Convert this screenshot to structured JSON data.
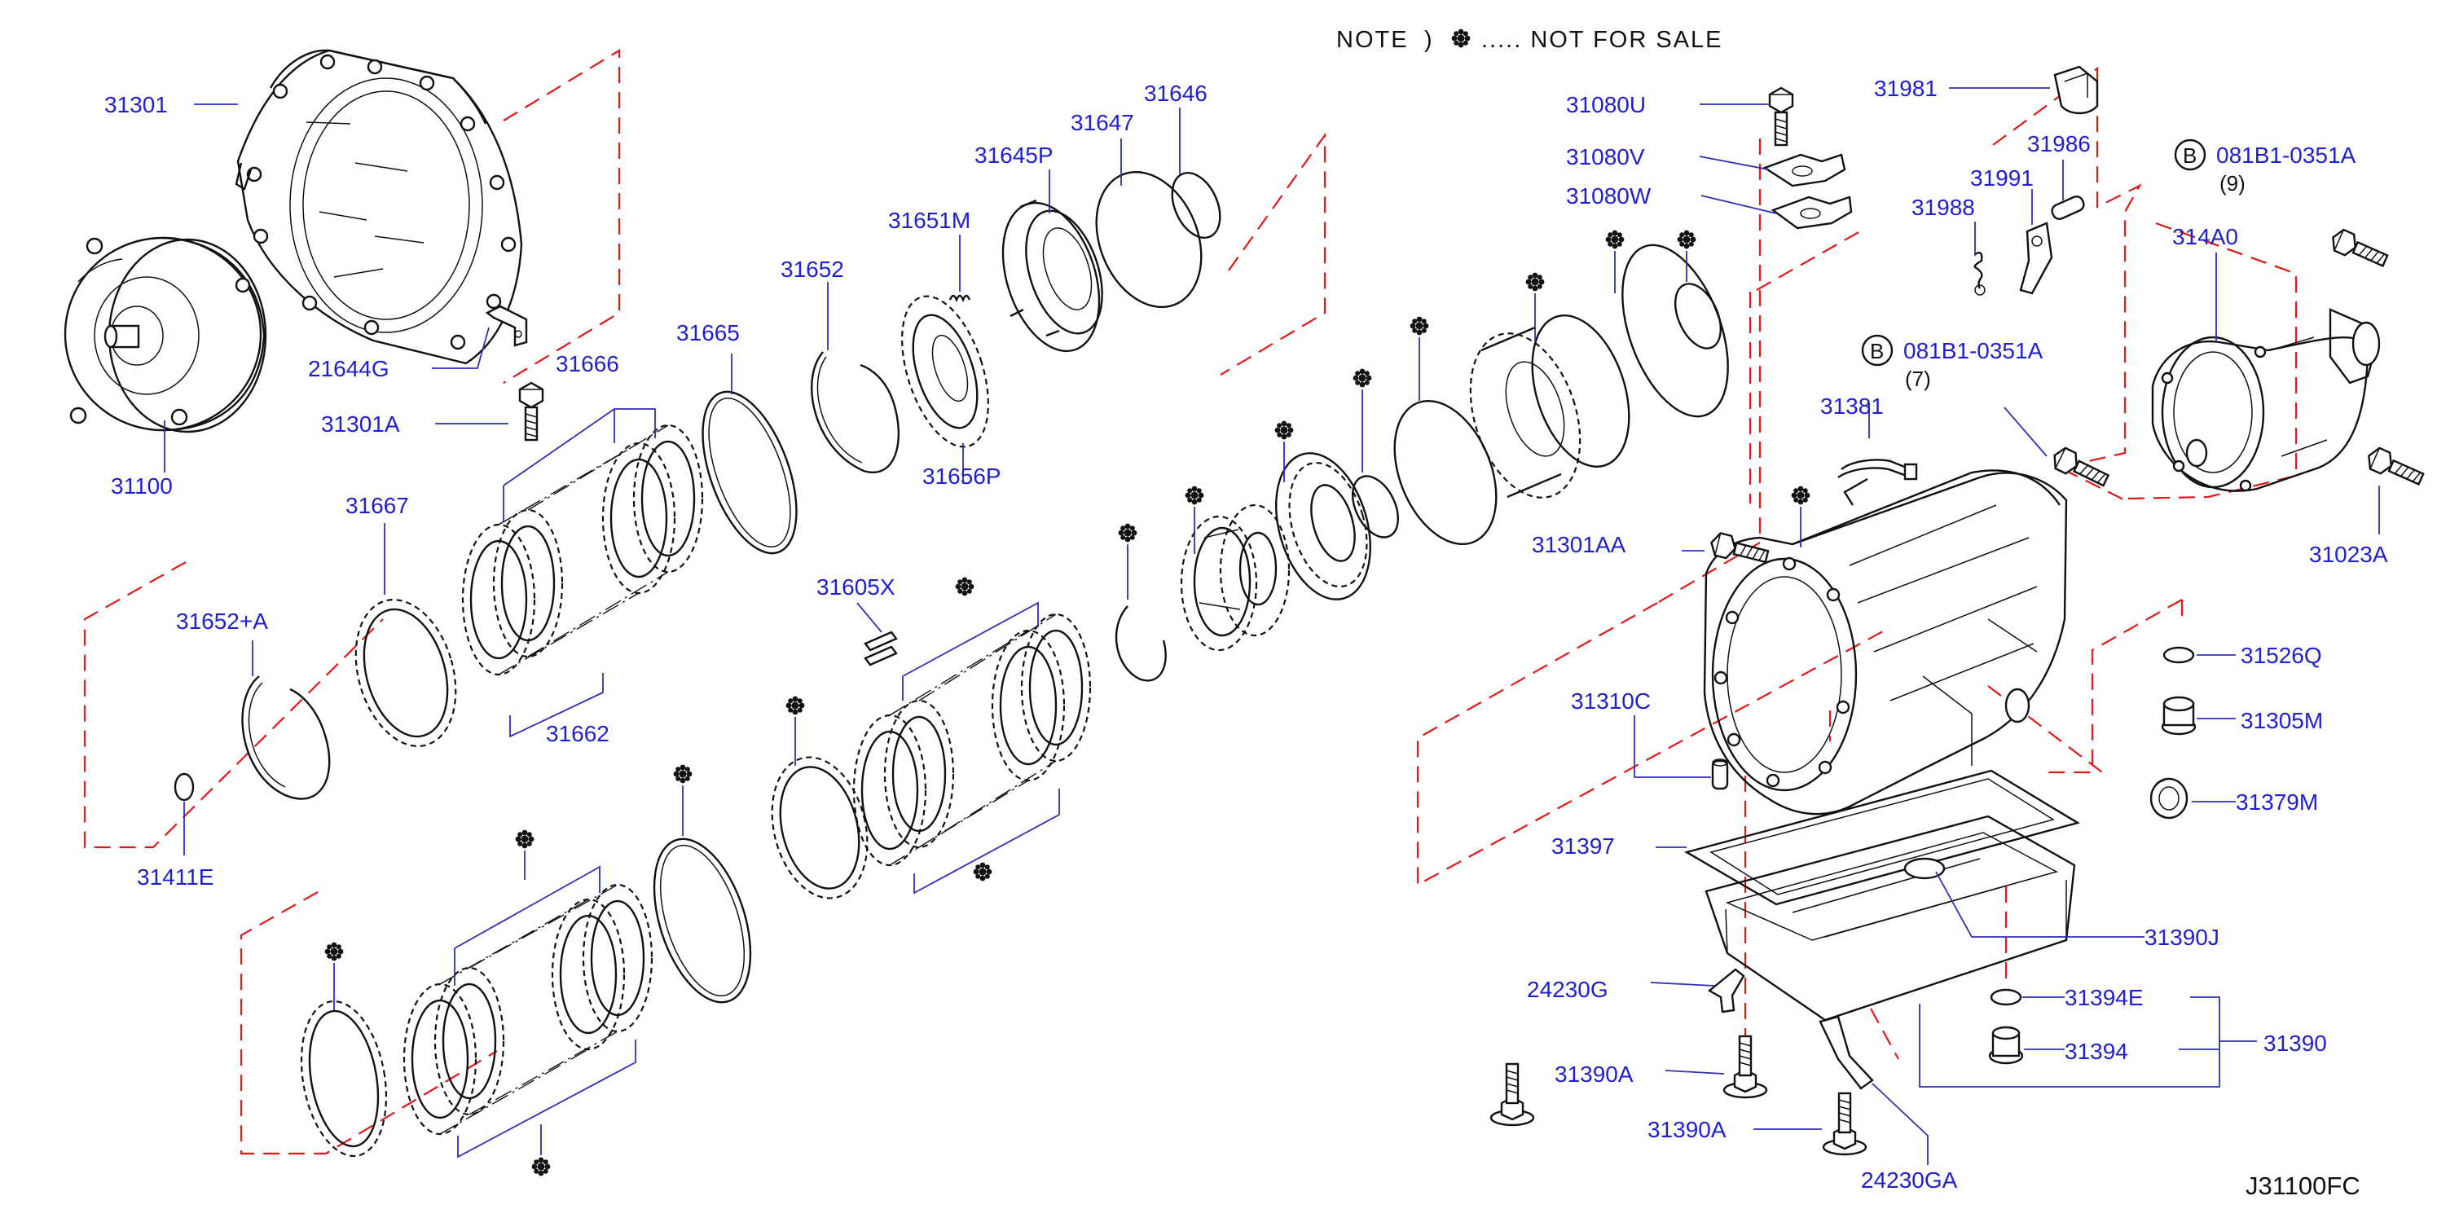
{
  "note": {
    "prefix": "NOTE",
    "paren": ")",
    "symbol": "❃",
    "text": "..... NOT FOR SALE"
  },
  "diagram_code": "J31100FC",
  "bolt_markers": [
    {
      "letter": "B",
      "part": "081B1-0351A",
      "qty": "(9)"
    },
    {
      "letter": "B",
      "part": "081B1-0351A",
      "qty": "(7)"
    }
  ],
  "labels": {
    "p31301": "31301",
    "p31100": "31100",
    "p21644G": "21644G",
    "p31301A": "31301A",
    "p31666": "31666",
    "p31665": "31665",
    "p31652": "31652",
    "p31651M": "31651M",
    "p31645P": "31645P",
    "p31647": "31647",
    "p31646": "31646",
    "p31656P": "31656P",
    "p31667": "31667",
    "p31652A": "31652+A",
    "p31662": "31662",
    "p31411E": "31411E",
    "p31605X": "31605X",
    "p31080U": "31080U",
    "p31080V": "31080V",
    "p31080W": "31080W",
    "p31981": "31981",
    "p31986": "31986",
    "p31991": "31991",
    "p31988": "31988",
    "p314A0": "314A0",
    "p31381": "31381",
    "p31301AA": "31301AA",
    "p31023A": "31023A",
    "p31526Q": "31526Q",
    "p31305M": "31305M",
    "p31379M": "31379M",
    "p31310C": "31310C",
    "p31397": "31397",
    "p31390J": "31390J",
    "p24230G": "24230G",
    "p31394E": "31394E",
    "p31390": "31390",
    "p31394": "31394",
    "p31390A_1": "31390A",
    "p31390A_2": "31390A",
    "p24230GA": "24230GA"
  }
}
